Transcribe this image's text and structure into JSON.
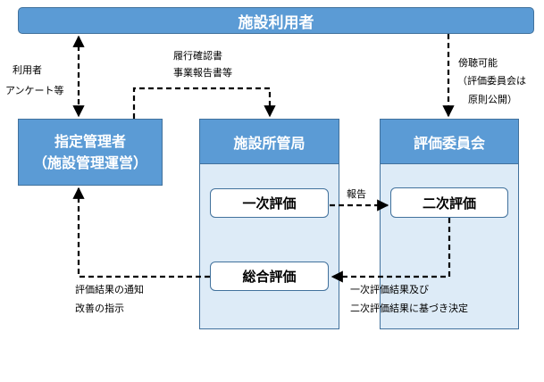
{
  "diagram": {
    "top_bar": "施設利用者",
    "designated_manager": {
      "line1": "指定管理者",
      "line2": "（施設管理運営）"
    },
    "facility_bureau": {
      "title": "施設所管局",
      "primary_eval": "一次評価",
      "overall_eval": "総合評価"
    },
    "committee": {
      "title": "評価委員会",
      "secondary_eval": "二次評価"
    },
    "labels": {
      "survey_1": "利用者",
      "survey_2": "アンケート等",
      "docs_1": "履行確認書",
      "docs_2": "事業報告書等",
      "audit_1": "傍聴可能",
      "audit_2": "（評価委員会は",
      "audit_3": "原則公開）",
      "report": "報告",
      "notify_1": "評価結果の通知",
      "notify_2": "改善の指示",
      "basis_1": "一次評価結果及び",
      "basis_2": "二次評価結果に基づき決定"
    }
  }
}
